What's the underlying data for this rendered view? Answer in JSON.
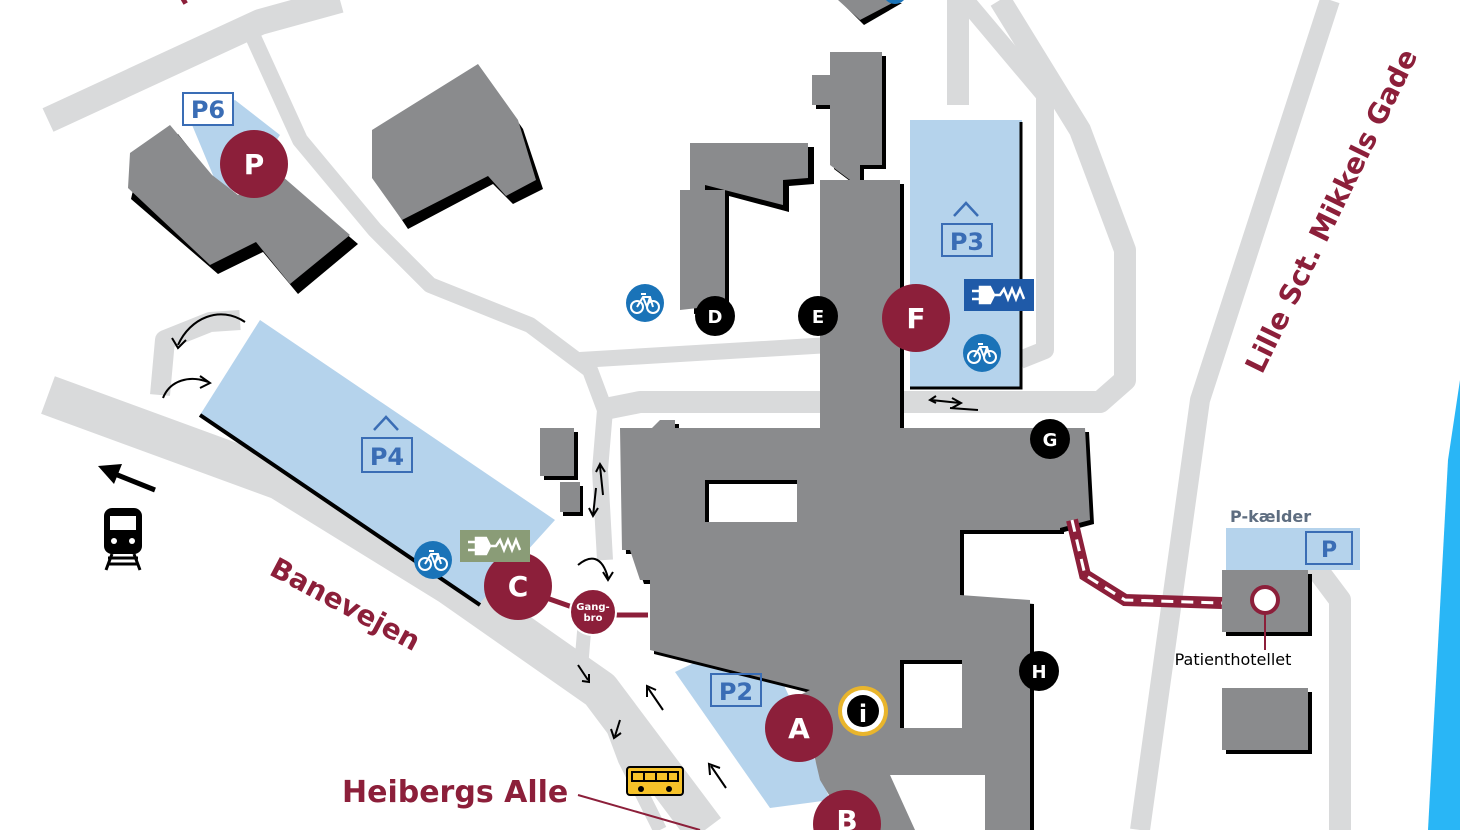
{
  "streets": {
    "top_partial": "To",
    "banevejen": "Banevejen",
    "lille_sct": "Lille Sct. Mikkels Gade",
    "heibergs": "Heibergs Alle"
  },
  "parking": {
    "p6": "P6",
    "p3": "P3",
    "p4": "P4",
    "p2": "P2",
    "p": "P",
    "p_kaelder_label": "P-kælder"
  },
  "entrances": {
    "a": "A",
    "b": "B",
    "c": "C",
    "d": "D",
    "e": "E",
    "f": "F",
    "g": "G",
    "h": "H"
  },
  "gangbro": {
    "line1": "Gang-",
    "line2": "bro"
  },
  "patienthotel": "Patienthotellet",
  "info_symbol": "i",
  "icons": [
    "bicycle-icon",
    "ev-charging-icon",
    "train-icon",
    "bus-icon",
    "info-icon",
    "parking-icon",
    "arrow-icon"
  ],
  "colors": {
    "building": "#8a8b8d",
    "road": "#d9dadb",
    "parking_area": "#b5d3ec",
    "entrance_red": "#8c1f3a",
    "entrance_black": "#000000",
    "bike_blue": "#1a73b8",
    "ev_blue": "#1f5aa8",
    "ev_green": "#8a9c77",
    "parking_text": "#3a6db5",
    "bus_yellow": "#f6c229",
    "water": "#29b6f6",
    "info_ring": "#e9b52c"
  }
}
